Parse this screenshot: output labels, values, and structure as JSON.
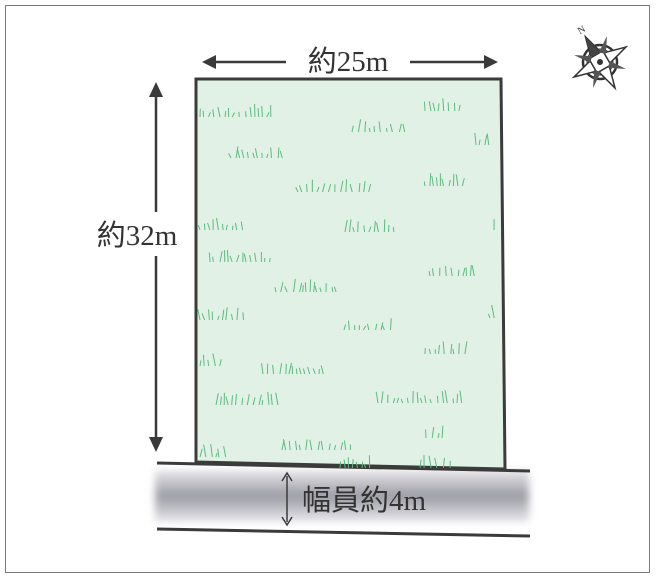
{
  "plot": {
    "width_label": "約25m",
    "depth_label": "約32m",
    "road_label": "幅員約4m"
  },
  "compass": {
    "north_letter": "N",
    "icon": "compass-rose-icon"
  },
  "colors": {
    "lot_fill": "#e1f1e6",
    "grass": "#5dbb7e",
    "outline": "#3b3b3b",
    "road": "#c6c6cb",
    "road_center": "#9a9aa2",
    "dimension": "#3a3a3a"
  }
}
